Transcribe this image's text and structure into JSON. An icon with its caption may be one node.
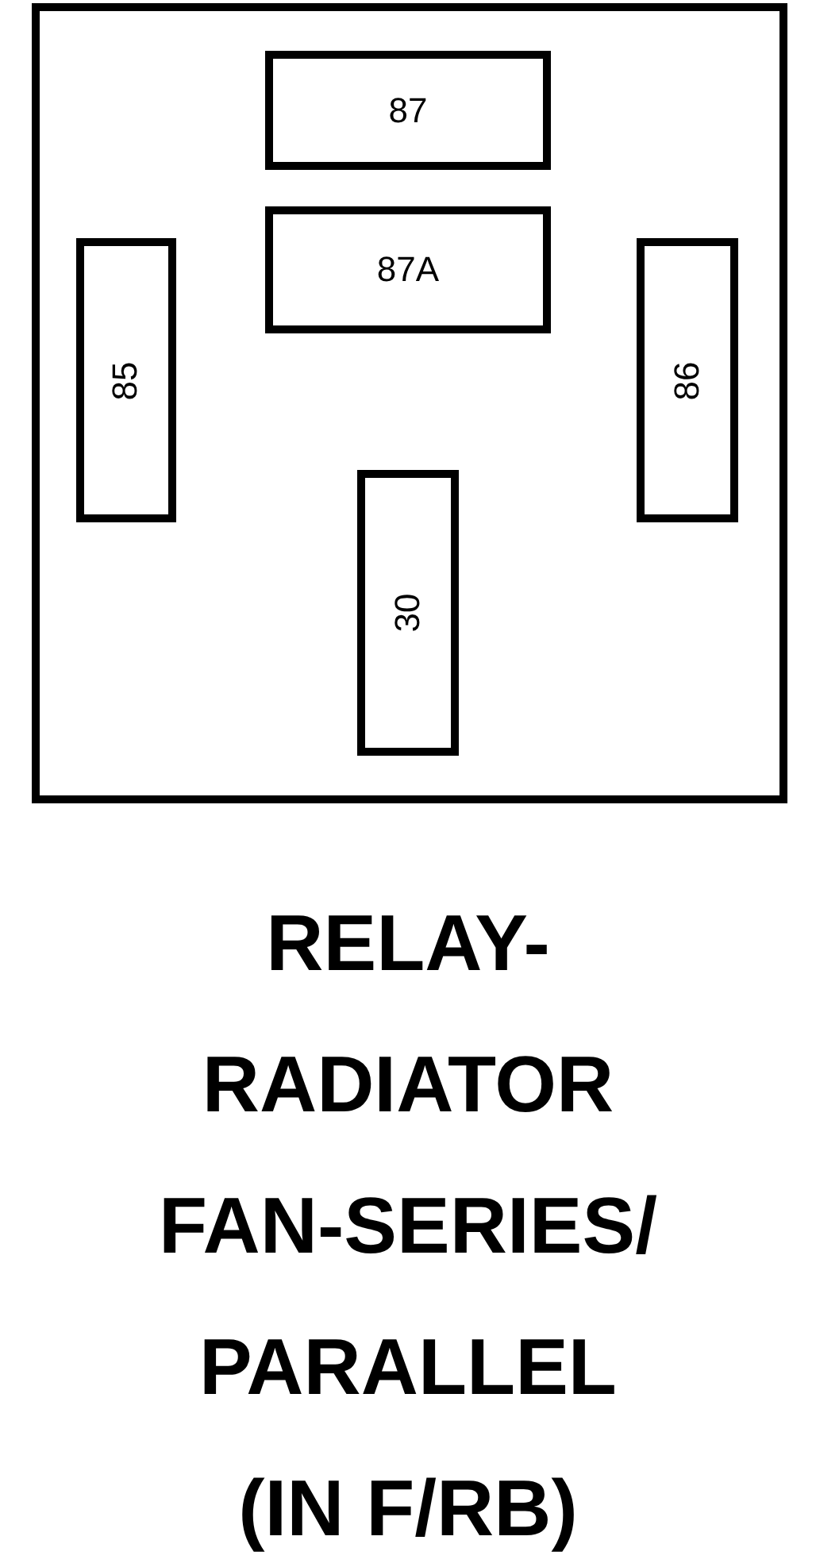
{
  "diagram": {
    "caption": "RELAY- RADIATOR FAN-SERIES/ PARALLEL (IN F/RB)",
    "nodes": [
      {
        "text": [],
        "shape": "box"
      },
      {
        "text": [
          "87"
        ],
        "in": 0
      },
      {
        "text": [
          "87A"
        ],
        "in": 0
      },
      {
        "text": [
          "85"
        ],
        "in": 0
      },
      {
        "text": [
          "86"
        ],
        "in": 0
      },
      {
        "text": [
          "30"
        ],
        "in": 0
      }
    ],
    "edges": []
  }
}
